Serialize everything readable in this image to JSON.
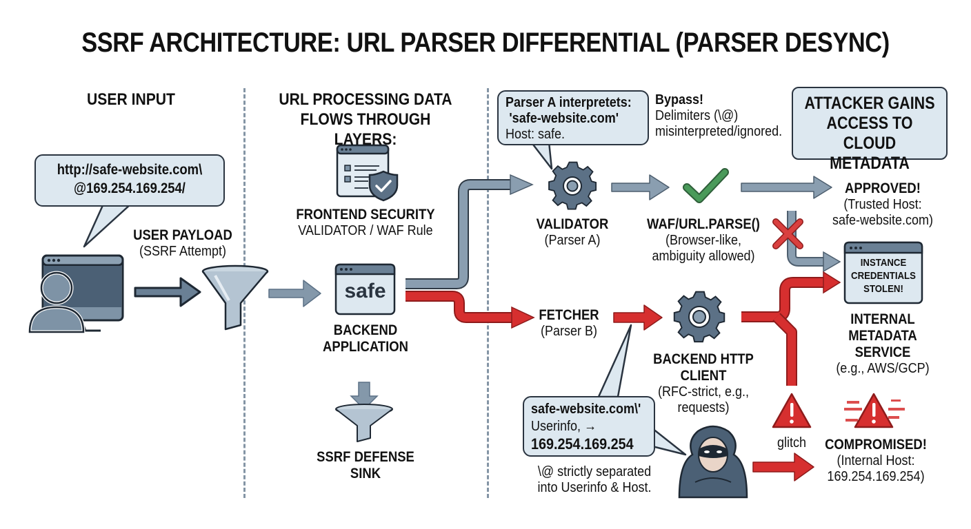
{
  "title": "SSRF ARCHITECTURE: URL PARSER DIFFERENTIAL (PARSER DESYNC)",
  "colors": {
    "pipe_gray": "#7e93a6",
    "pipe_red": "#d62f2f",
    "outline": "#2a3440",
    "bubble_fill": "#dde8f0",
    "check_green": "#4a9a5a",
    "icon_slate": "#5c7186"
  },
  "user_input": {
    "heading": "USER INPUT",
    "bubble_line1": "http://safe-website.com\\",
    "bubble_line2": "@169.254.169.254/",
    "payload_title": "USER PAYLOAD",
    "payload_sub": "(SSRF Attempt)"
  },
  "processing": {
    "heading_line1": "URL PROCESSING DATA",
    "heading_line2": "FLOWS THROUGH LAYERS:",
    "frontend_title": "FRONTEND SECURITY",
    "frontend_sub": "VALIDATOR / WAF Rule",
    "backend_window_text": "safe",
    "backend_line1": "BACKEND",
    "backend_line2": "APPLICATION",
    "sink_line1": "SSRF DEFENSE",
    "sink_line2": "SINK"
  },
  "parser_a": {
    "bubble_line1": "Parser A interpretets:",
    "bubble_line2": "'safe-website.com'",
    "bubble_line3": "Host: safe.",
    "validator_title": "VALIDATOR",
    "validator_sub": "(Parser A)",
    "waf_title": "WAF/URL.PARSE()",
    "waf_sub1": "(Browser-like,",
    "waf_sub2": "ambiguity allowed)",
    "bypass_title": "Bypass!",
    "bypass_line1": "Delimiters (\\@)",
    "bypass_line2": "misinterpreted/ignored.",
    "approved_title": "APPROVED!",
    "approved_sub1": "(Trusted Host:",
    "approved_sub2": "safe-website.com)"
  },
  "outcome": {
    "box_line1": "ATTACKER GAINS",
    "box_line2": "ACCESS TO CLOUD",
    "box_line3": "METADATA",
    "metadata_window_line1": "INSTANCE",
    "metadata_window_line2": "CREDENTIALS",
    "metadata_window_line3": "STOLEN!",
    "metadata_title1": "INTERNAL",
    "metadata_title2": "METADATA",
    "metadata_title3": "SERVICE",
    "metadata_sub": "(e.g., AWS/GCP)",
    "glitch_label": "glitch",
    "compromised_title": "COMPROMISED!",
    "compromised_sub1": "(Internal Host:",
    "compromised_sub2": "169.254.169.254)"
  },
  "parser_b": {
    "fetcher_title": "FETCHER",
    "fetcher_sub": "(Parser B)",
    "client_title": "BACKEND HTTP CLIENT",
    "client_sub1": "(RFC-strict, e.g.,",
    "client_sub2": "requests)",
    "bubble_line1": "safe-website.com\\'",
    "bubble_line2": "Userinfo, →",
    "bubble_line3": "169.254.169.254",
    "note_line1": "\\@ strictly separated",
    "note_line2": "into Userinfo & Host."
  }
}
